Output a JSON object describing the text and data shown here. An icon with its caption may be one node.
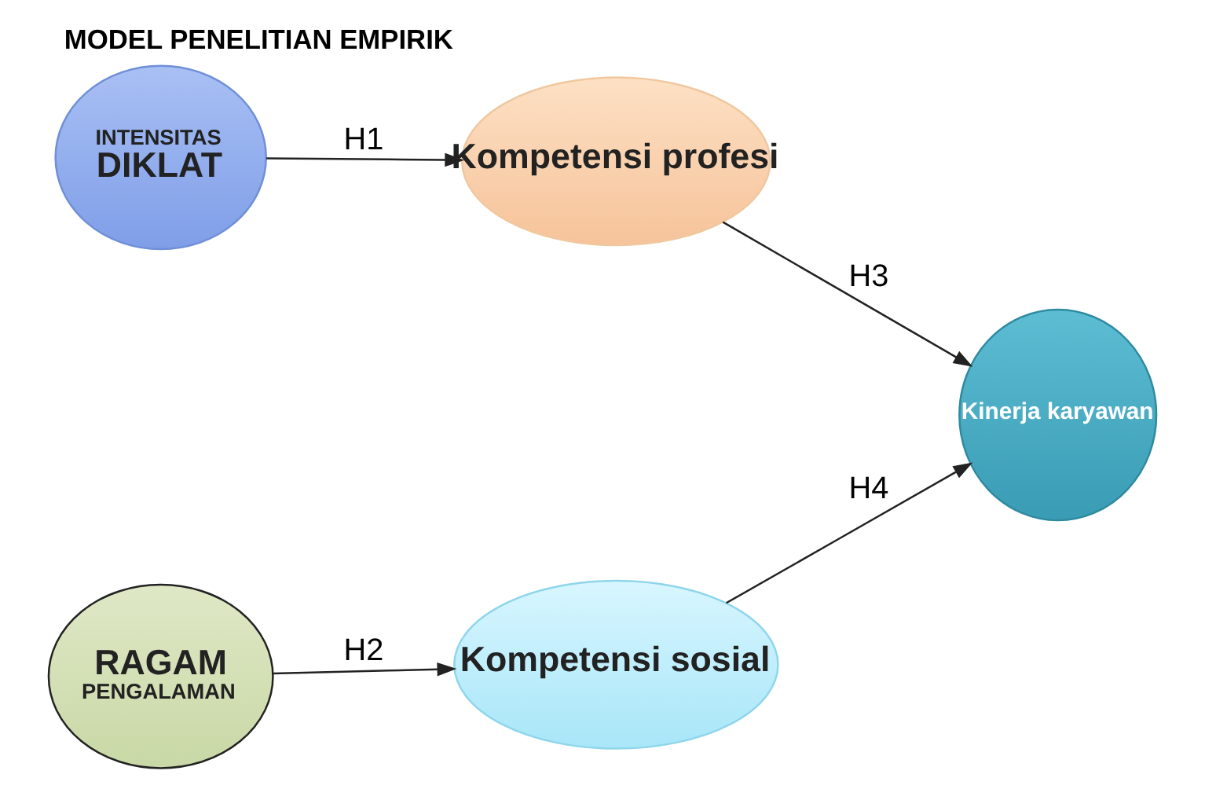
{
  "diagram": {
    "title": "MODEL PENELITIAN EMPIRIK",
    "nodes": [
      {
        "text": [
          "INTENSITAS",
          "DIKLAT"
        ]
      },
      {
        "text": [
          "Kompetensi profesi"
        ]
      },
      {
        "text": [
          "Kinerja karyawan"
        ]
      },
      {
        "text": [
          "RAGAM",
          "PENGALAMAN"
        ]
      },
      {
        "text": [
          "Kompetensi sosial"
        ]
      }
    ],
    "edges": [
      {
        "from": 0,
        "to": 1,
        "arrow": "to",
        "label": "H1"
      },
      {
        "from": 3,
        "to": 4,
        "arrow": "to",
        "label": "H2"
      },
      {
        "from": 1,
        "to": 2,
        "arrow": "to",
        "label": "H3"
      },
      {
        "from": 4,
        "to": 2,
        "arrow": "to",
        "label": "H4"
      }
    ]
  }
}
